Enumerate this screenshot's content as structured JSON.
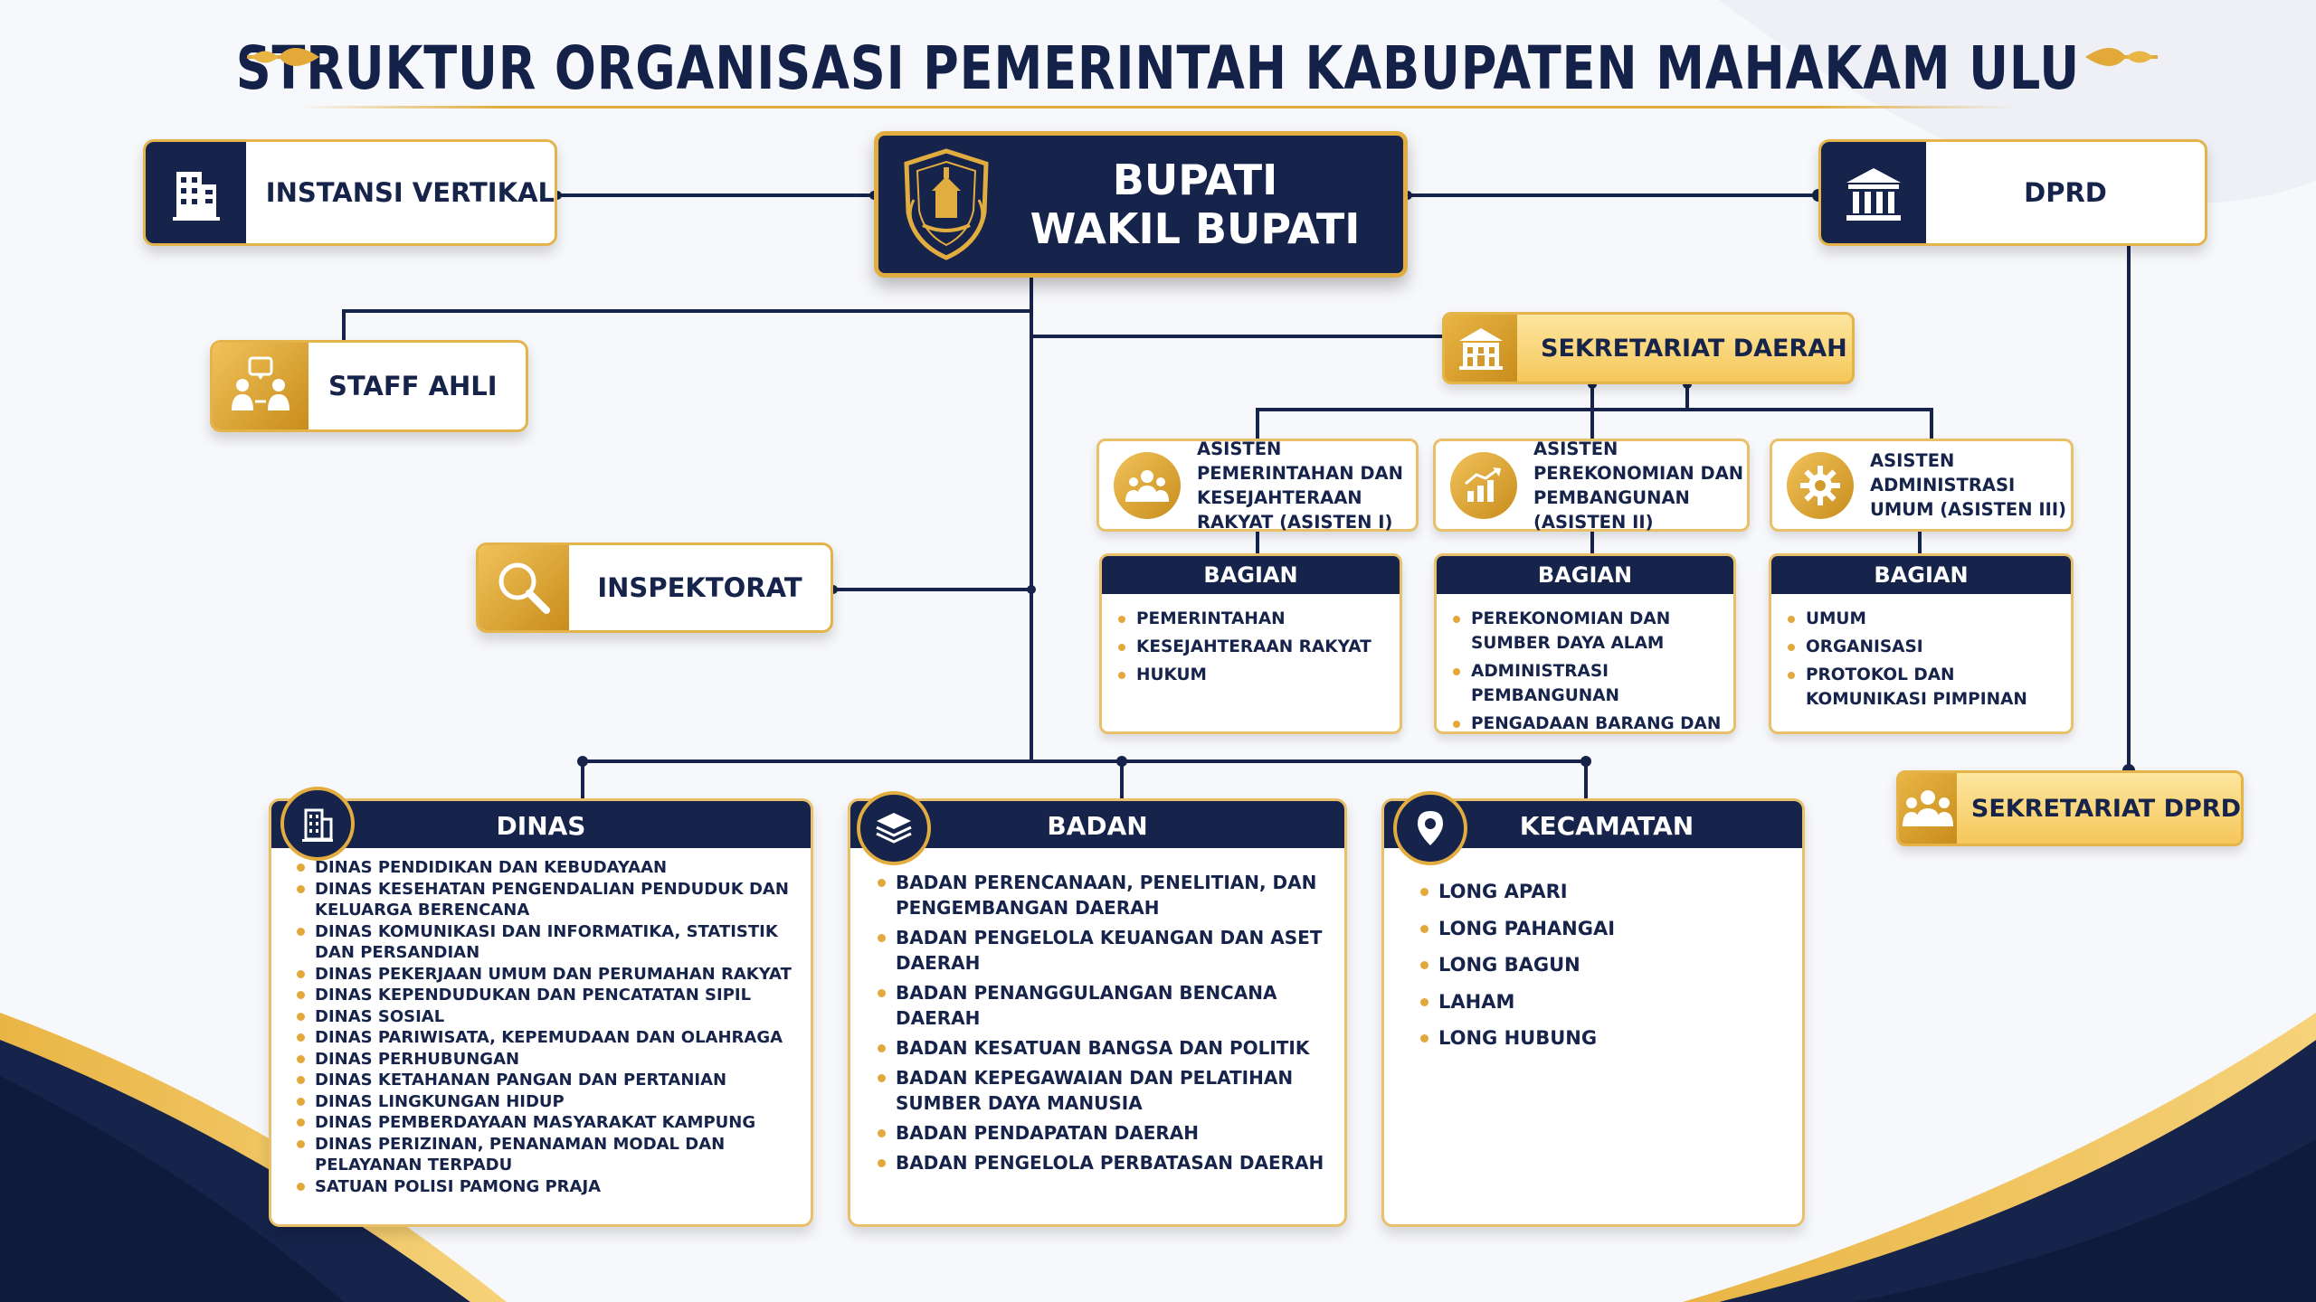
{
  "title": "STRUKTUR ORGANISASI PEMERINTAH KABUPATEN MAHAKAM ULU",
  "colors": {
    "navy": "#16234a",
    "gold": "#e2ad40",
    "gold_light": "#fde6a0"
  },
  "top": {
    "instansi": {
      "label": "INSTANSI VERTIKAL",
      "icon": "building-icon"
    },
    "bupati": {
      "line1": "BUPATI",
      "line2": "WAKIL BUPATI",
      "icon": "regency-emblem-icon"
    },
    "dprd": {
      "label": "DPRD",
      "icon": "parliament-icon"
    }
  },
  "staff_ahli": {
    "label": "STAFF AHLI",
    "icon": "advisors-icon"
  },
  "inspektorat": {
    "label": "INSPEKTORAT",
    "icon": "magnifier-icon"
  },
  "sekda": {
    "label": "SEKRETARIAT DAERAH",
    "icon": "office-building-icon"
  },
  "asisten": [
    {
      "label": "ASISTEN PEMERINTAHAN DAN KESEJAHTERAAN RAKYAT (ASISTEN I)",
      "icon": "people-icon"
    },
    {
      "label": "ASISTEN PEREKONOMIAN DAN PEMBANGUNAN (ASISTEN II)",
      "icon": "growth-chart-icon"
    },
    {
      "label": "ASISTEN ADMINISTRASI UMUM (ASISTEN III)",
      "icon": "gear-icon"
    }
  ],
  "bagian_header": "BAGIAN",
  "bagian": [
    [
      "PEMERINTAHAN",
      "KESEJAHTERAAN RAKYAT",
      "HUKUM"
    ],
    [
      "PEREKONOMIAN DAN SUMBER DAYA ALAM",
      "ADMINISTRASI PEMBANGUNAN",
      "PENGADAAN BARANG DAN JASA"
    ],
    [
      "UMUM",
      "ORGANISASI",
      "PROTOKOL DAN KOMUNIKASI PIMPINAN"
    ]
  ],
  "dinas": {
    "header": "DINAS",
    "items": [
      "DINAS PENDIDIKAN DAN KEBUDAYAAN",
      "DINAS KESEHATAN PENGENDALIAN PENDUDUK DAN KELUARGA BERENCANA",
      "DINAS KOMUNIKASI DAN INFORMATIKA, STATISTIK DAN PERSANDIAN",
      "DINAS PEKERJAAN UMUM DAN PERUMAHAN RAKYAT",
      "DINAS KEPENDUDUKAN DAN PENCATATAN SIPIL",
      "DINAS SOSIAL",
      "DINAS PARIWISATA, KEPEMUDAAN DAN OLAHRAGA",
      "DINAS PERHUBUNGAN",
      "DINAS KETAHANAN PANGAN DAN PERTANIAN",
      "DINAS LINGKUNGAN HIDUP",
      "DINAS PEMBERDAYAAN MASYARAKAT KAMPUNG",
      "DINAS PERIZINAN, PENANAMAN MODAL DAN PELAYANAN TERPADU",
      "SATUAN POLISI PAMONG PRAJA"
    ]
  },
  "badan": {
    "header": "BADAN",
    "items": [
      "BADAN PERENCANAAN, PENELITIAN, DAN PENGEMBANGAN DAERAH",
      "BADAN PENGELOLA KEUANGAN DAN ASET DAERAH",
      "BADAN PENANGGULANGAN BENCANA DAERAH",
      "BADAN KESATUAN BANGSA DAN POLITIK",
      "BADAN KEPEGAWAIAN DAN PELATIHAN SUMBER DAYA MANUSIA",
      "BADAN PENDAPATAN DAERAH",
      "BADAN PENGELOLA PERBATASAN DAERAH"
    ]
  },
  "kecamatan": {
    "header": "KECAMATAN",
    "items": [
      "LONG APARI",
      "LONG PAHANGAI",
      "LONG BAGUN",
      "LAHAM",
      "LONG HUBUNG"
    ]
  },
  "sekretariat_dprd": {
    "label": "SEKRETARIAT DPRD",
    "icon": "group-icon"
  }
}
